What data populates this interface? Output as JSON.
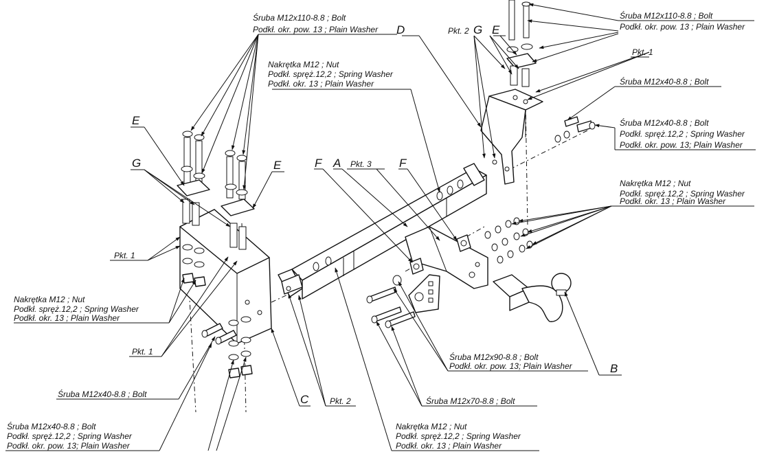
{
  "labels": {
    "tr_bolt": "Śruba M12x110-8.8 ; Bolt",
    "tr_washer": "Podkł. okr. pow. 13 ; Plain Washer",
    "tr_pkt1": "Pkt. 1",
    "r_bolt40a": "Śruba M12x40-8.8 ;  Bolt",
    "r_bolt40b": "Śruba M12x40-8.8 ;  Bolt",
    "r_spring": "Podkł. spręż.12,2 ; Spring Washer",
    "r_plain": "Podkł. okr. pow. 13; Plain Washer",
    "r_nut": "Nakrętka  M12 ; Nut",
    "r_spring2": "Podkł. spręż.12,2 ; Spring Washer",
    "r_plain2": "Podkł. okr. 13 ; Plain Washer",
    "tl_bolt": "Śruba M12x110-8.8 ;  Bolt",
    "tl_washer": "Podkł. okr. pow. 13 ; Plain Washer",
    "tc_nut": "Nakrętka  M12 ; Nut",
    "tc_spring": "Podkł. spręż.12,2 ; Spring Washer",
    "tc_plain": "Podkł. okr. 13 ; Plain Washer",
    "pkt2_top": "Pkt. 2",
    "pkt3": "Pkt. 3",
    "pkt1_left": "Pkt. 1",
    "l_nut": "Nakrętka  M12 ; Nut",
    "l_spring": "Podkł. spręż.12,2 ; Spring Washer",
    "l_plain": "Podkł. okr. 13 ; Plain Washer",
    "pkt1_left2": "Pkt. 1",
    "bl_bolt": "Śruba M12x40-8.8 ;  Bolt",
    "bl_bolt2": "Śruba M12x40-8.8 ;  Bolt",
    "bl_spring": "Podkł. spręż.12,2 ; Spring Washer",
    "bl_plain": "Podkł. okr. pow. 13; Plain Washer",
    "pkt2_bottom": "Pkt. 2",
    "b_nut": "Nakrętka  M12 ; Nut",
    "b_spring": "Podkł. spręż.12,2 ; Spring Washer",
    "b_plain": "Podkł. okr. 13 ; Plain Washer",
    "m_bolt90": "Śruba M12x90-8.8 ;  Bolt",
    "m_washer90": "Podkł. okr. pow. 13; Plain Washer",
    "m_bolt70": "Śruba M12x70-8.8 ;  Bolt"
  },
  "letters": {
    "D": "D",
    "G_top": "G",
    "E_top": "E",
    "E_left": "E",
    "G_left": "G",
    "E_mid": "E",
    "F_left": "F",
    "A": "A",
    "F_right": "F",
    "C": "C",
    "B": "B"
  }
}
